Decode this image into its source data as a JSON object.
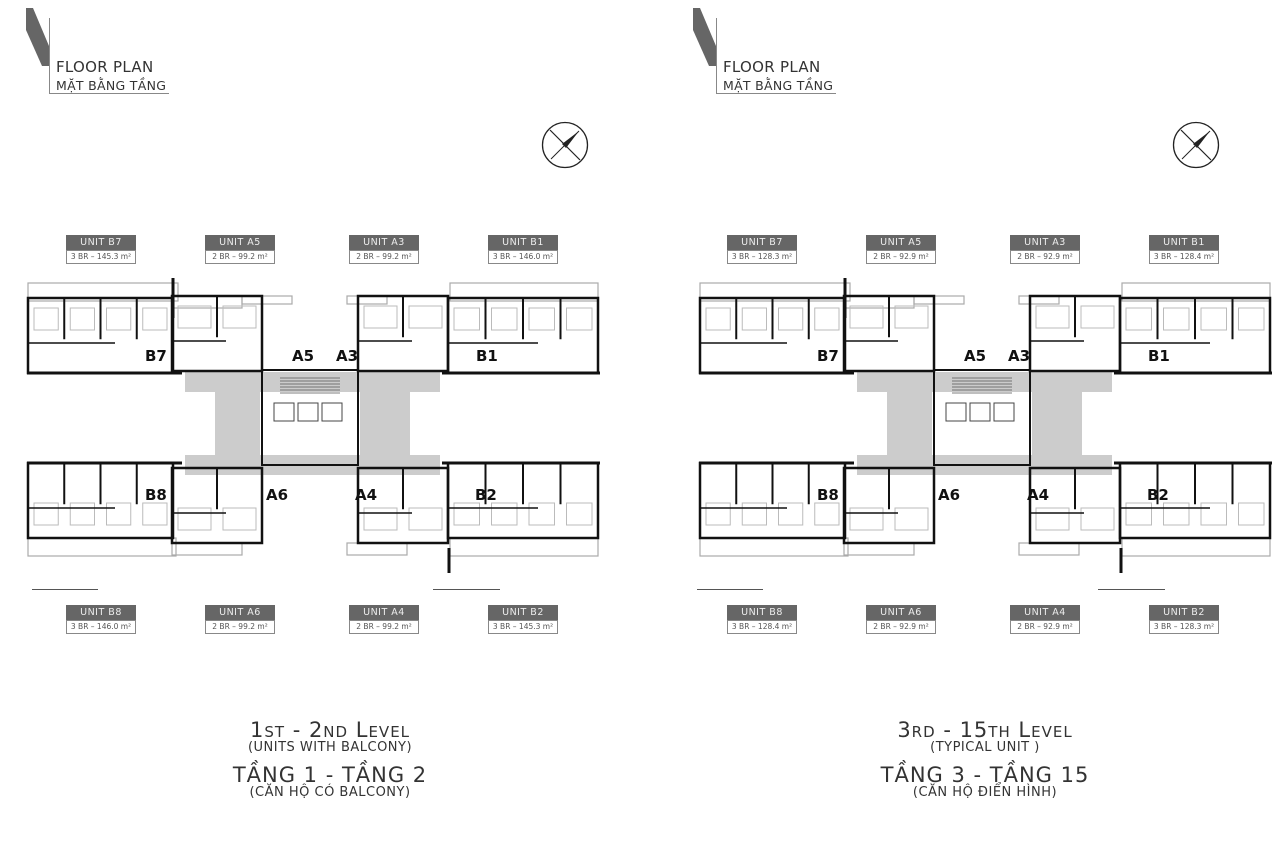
{
  "header": {
    "title": "FLOOR PLAN",
    "subtitle": "MẶT BẰNG TẦNG"
  },
  "colors": {
    "tag_bg": "#666666",
    "corridor": "#cccccc",
    "wall": "#111111"
  },
  "panels": [
    {
      "units_top": [
        {
          "name": "UNIT  B7",
          "spec": "3 BR – 145.3 m²"
        },
        {
          "name": "UNIT  A5",
          "spec": "2 BR – 99.2 m²"
        },
        {
          "name": "UNIT  A3",
          "spec": "2 BR – 99.2 m²"
        },
        {
          "name": "UNIT  B1",
          "spec": "3 BR – 146.0 m²"
        }
      ],
      "units_bottom": [
        {
          "name": "UNIT  B8",
          "spec": "3 BR – 146.0 m²"
        },
        {
          "name": "UNIT  A6",
          "spec": "2 BR – 99.2 m²"
        },
        {
          "name": "UNIT  A4",
          "spec": "2 BR – 99.2 m²"
        },
        {
          "name": "UNIT  B2",
          "spec": "3 BR – 145.3 m²"
        }
      ],
      "plan_labels": [
        "B7",
        "A5",
        "A3",
        "B1",
        "B8",
        "A6",
        "A4",
        "B2"
      ],
      "level": "1st - 2nd Level",
      "level_note": "(UNITS WITH BALCONY)",
      "level_vi": "TẦNG 1 - TẦNG 2",
      "level_vi_note": "(CĂN HỘ CÓ BALCONY)"
    },
    {
      "units_top": [
        {
          "name": "UNIT  B7",
          "spec": "3 BR – 128.3 m²"
        },
        {
          "name": "UNIT  A5",
          "spec": "2 BR – 92.9 m²"
        },
        {
          "name": "UNIT  A3",
          "spec": "2 BR – 92.9 m²"
        },
        {
          "name": "UNIT  B1",
          "spec": "3 BR – 128.4 m²"
        }
      ],
      "units_bottom": [
        {
          "name": "UNIT  B8",
          "spec": "3 BR – 128.4 m²"
        },
        {
          "name": "UNIT  A6",
          "spec": "2 BR – 92.9 m²"
        },
        {
          "name": "UNIT  A4",
          "spec": "2 BR – 92.9 m²"
        },
        {
          "name": "UNIT  B2",
          "spec": "3 BR – 128.3 m²"
        }
      ],
      "plan_labels": [
        "B7",
        "A5",
        "A3",
        "B1",
        "B8",
        "A6",
        "A4",
        "B2"
      ],
      "level": "3rd - 15th Level",
      "level_note": "(TYPICAL UNIT )",
      "level_vi": "TẦNG 3 - TẦNG 15",
      "level_vi_note": "(CĂN HỘ ĐIỂN HÌNH)"
    }
  ]
}
